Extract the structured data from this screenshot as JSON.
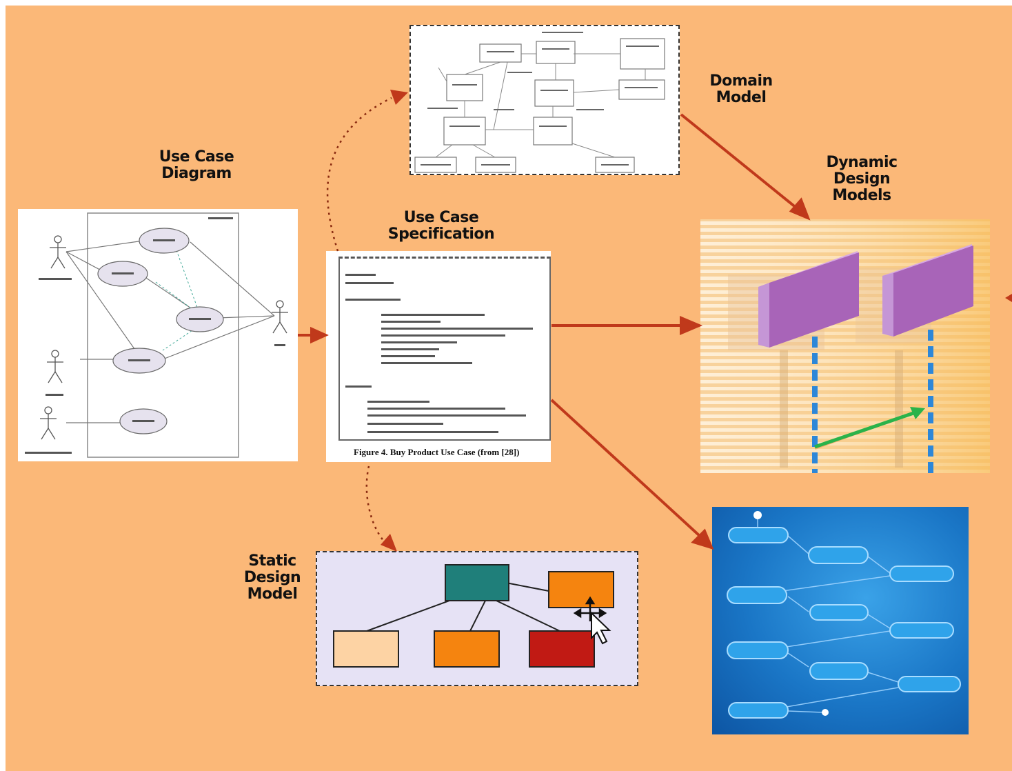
{
  "labels": {
    "use_case_diagram": "Use Case\nDiagram",
    "use_case_specification": "Use Case\nSpecification",
    "domain_model": "Domain\nModel",
    "dynamic_design_models": "Dynamic\nDesign\nModels",
    "static_design_model": "Static\nDesign\nModel"
  },
  "spec_caption": "Figure 4.  Buy Product Use Case (from [28])",
  "colors": {
    "background": "#fbb878",
    "arrow": "#c0391b",
    "teal": "#1f7f7a",
    "orange": "#f5840f",
    "dark_red": "#c11a14",
    "cream": "#fdd3a4",
    "lifeline_box": "#b070c0",
    "flow_bg": "#1a76c6",
    "message_arrow": "#2ab34a"
  },
  "icons": [
    "actor-icon",
    "mouse-cursor-icon",
    "move-icon"
  ]
}
